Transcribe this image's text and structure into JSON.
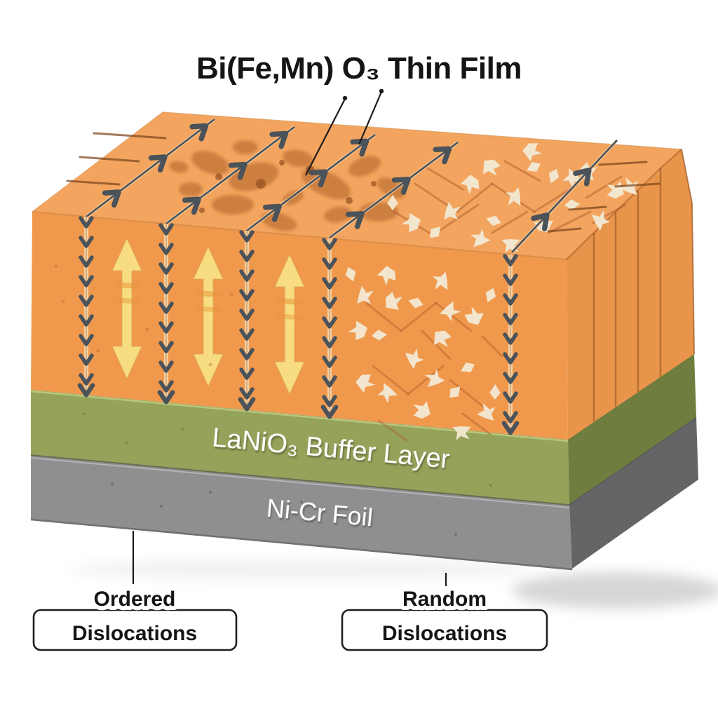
{
  "figure": {
    "title": "Bi(Fe,Mn) O₃ Thin Film"
  },
  "layers": {
    "buffer": {
      "label": "LaNiO₃ Buffer Layer"
    },
    "foil": {
      "label": "Ni-Cr Foil"
    }
  },
  "callouts": {
    "ordered": {
      "line1": "Ordered",
      "line2": "Dislocations"
    },
    "random": {
      "line1": "Random",
      "line2": "Dislocations"
    }
  },
  "icons": {
    "dislocation_chevron_icon": "v",
    "polarization_double_arrow_icon": "↕",
    "surface_dislocation_arrow_icon": "➤"
  },
  "colors": {
    "background": "#ffffff",
    "film_top": "#f3a55f",
    "film_front": "#f0994d",
    "film_side": "#e8944a",
    "buffer_front": "#95a35a",
    "buffer_side": "#6f7e3f",
    "foil_front": "#8f8f91",
    "foil_side": "#656568",
    "dislocation_marker": "#4a525a",
    "polarization_arrow": "#f8dc82",
    "random_mark": "#f2e9d4",
    "blotch": "#a85a22",
    "crack": "#a8542a",
    "text": "#151515",
    "layer_label_text": "#ffffff"
  }
}
